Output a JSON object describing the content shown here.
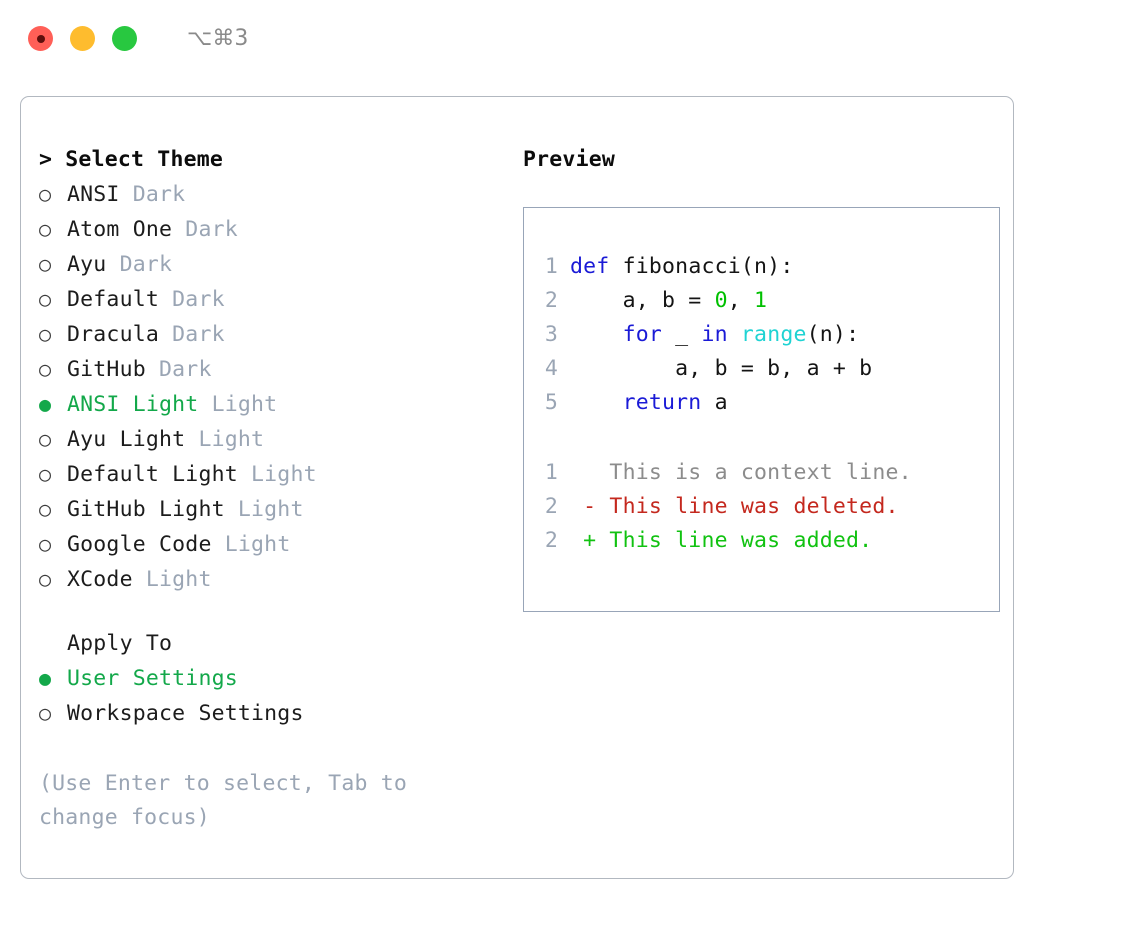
{
  "titlebar": {
    "lights": [
      {
        "name": "close-button",
        "color": "#ff5f57"
      },
      {
        "name": "minimize-button",
        "color": "#febc2e"
      },
      {
        "name": "zoom-button",
        "color": "#28c840"
      }
    ],
    "shortcut": "⌥⌘3"
  },
  "theme_panel": {
    "header": "> Select Theme",
    "selected_index": 6,
    "items": [
      {
        "bullet": "○",
        "name": "ANSI",
        "variant": "Dark",
        "selected": false
      },
      {
        "bullet": "○",
        "name": "Atom One",
        "variant": "Dark",
        "selected": false
      },
      {
        "bullet": "○",
        "name": "Ayu",
        "variant": "Dark",
        "selected": false
      },
      {
        "bullet": "○",
        "name": "Default",
        "variant": "Dark",
        "selected": false
      },
      {
        "bullet": "○",
        "name": "Dracula",
        "variant": "Dark",
        "selected": false
      },
      {
        "bullet": "○",
        "name": "GitHub",
        "variant": "Dark",
        "selected": false
      },
      {
        "bullet": "●",
        "name": "ANSI Light",
        "variant": "Light",
        "selected": true
      },
      {
        "bullet": "○",
        "name": "Ayu Light",
        "variant": "Light",
        "selected": false
      },
      {
        "bullet": "○",
        "name": "Default Light",
        "variant": "Light",
        "selected": false
      },
      {
        "bullet": "○",
        "name": "GitHub Light",
        "variant": "Light",
        "selected": false
      },
      {
        "bullet": "○",
        "name": "Google Code",
        "variant": "Light",
        "selected": false
      },
      {
        "bullet": "○",
        "name": "XCode",
        "variant": "Light",
        "selected": false
      }
    ]
  },
  "apply_to": {
    "header": "Apply To",
    "items": [
      {
        "bullet": "●",
        "name": "User Settings",
        "selected": true
      },
      {
        "bullet": "○",
        "name": "Workspace Settings",
        "selected": false
      }
    ]
  },
  "hint": "(Use Enter to select, Tab to change focus)",
  "preview": {
    "title": "Preview",
    "code_lines": [
      {
        "lineno": "1",
        "tokens": [
          {
            "t": "def",
            "c": "kw"
          },
          {
            "t": " ",
            "c": "pln"
          },
          {
            "t": "fibonacci(n):",
            "c": "pln"
          }
        ]
      },
      {
        "lineno": "2",
        "tokens": [
          {
            "t": "    a, b = ",
            "c": "pln"
          },
          {
            "t": "0",
            "c": "num"
          },
          {
            "t": ", ",
            "c": "pln"
          },
          {
            "t": "1",
            "c": "num"
          }
        ]
      },
      {
        "lineno": "3",
        "tokens": [
          {
            "t": "    ",
            "c": "pln"
          },
          {
            "t": "for",
            "c": "kw"
          },
          {
            "t": " _ ",
            "c": "pln"
          },
          {
            "t": "in",
            "c": "kw"
          },
          {
            "t": " ",
            "c": "pln"
          },
          {
            "t": "range",
            "c": "fn"
          },
          {
            "t": "(n):",
            "c": "pln"
          }
        ]
      },
      {
        "lineno": "4",
        "tokens": [
          {
            "t": "        a, b = b, a + b",
            "c": "pln"
          }
        ]
      },
      {
        "lineno": "5",
        "tokens": [
          {
            "t": "    ",
            "c": "pln"
          },
          {
            "t": "return",
            "c": "kw"
          },
          {
            "t": " a",
            "c": "pln"
          }
        ]
      }
    ],
    "diff_lines": [
      {
        "lineno": "1",
        "tokens": [
          {
            "t": "   This is a context line.",
            "c": "ctx"
          }
        ]
      },
      {
        "lineno": "2",
        "tokens": [
          {
            "t": " - This line was deleted.",
            "c": "del"
          }
        ]
      },
      {
        "lineno": "2",
        "tokens": [
          {
            "t": " + This line was added.",
            "c": "add"
          }
        ]
      }
    ]
  },
  "colors": {
    "accent_green": "#13a84a",
    "muted": "#9aa5b4",
    "keyword": "#1a1ad6",
    "function": "#1fd3d3",
    "number": "#00c000",
    "diff_deleted": "#c4281e",
    "diff_added": "#11c211",
    "border": "#b2b8c0",
    "preview_border": "#98a5b8"
  }
}
